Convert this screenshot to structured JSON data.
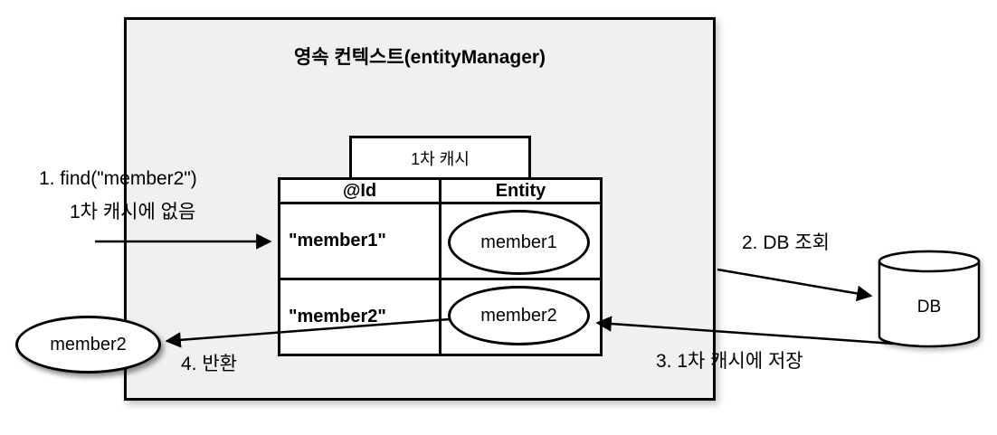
{
  "context": {
    "title": "영속 컨텍스트(entityManager)"
  },
  "cache": {
    "label": "1차 캐시",
    "table": {
      "headers": [
        "@Id",
        "Entity"
      ],
      "rows": [
        {
          "id": "\"member1\"",
          "entity": "member1"
        },
        {
          "id": "\"member2\"",
          "entity": "member2"
        }
      ]
    }
  },
  "steps": {
    "find_line1": "1. find(\"member2\")",
    "find_line2": "1차 캐시에 없음",
    "db_query": "2. DB 조회",
    "cache_store": "3. 1차 캐시에 저장",
    "return_label": "4. 반환"
  },
  "db": {
    "label": "DB"
  },
  "result": {
    "label": "member2"
  },
  "colors": {
    "context_fill": "#f0f0f0",
    "stroke": "#000000",
    "background": "#ffffff"
  }
}
